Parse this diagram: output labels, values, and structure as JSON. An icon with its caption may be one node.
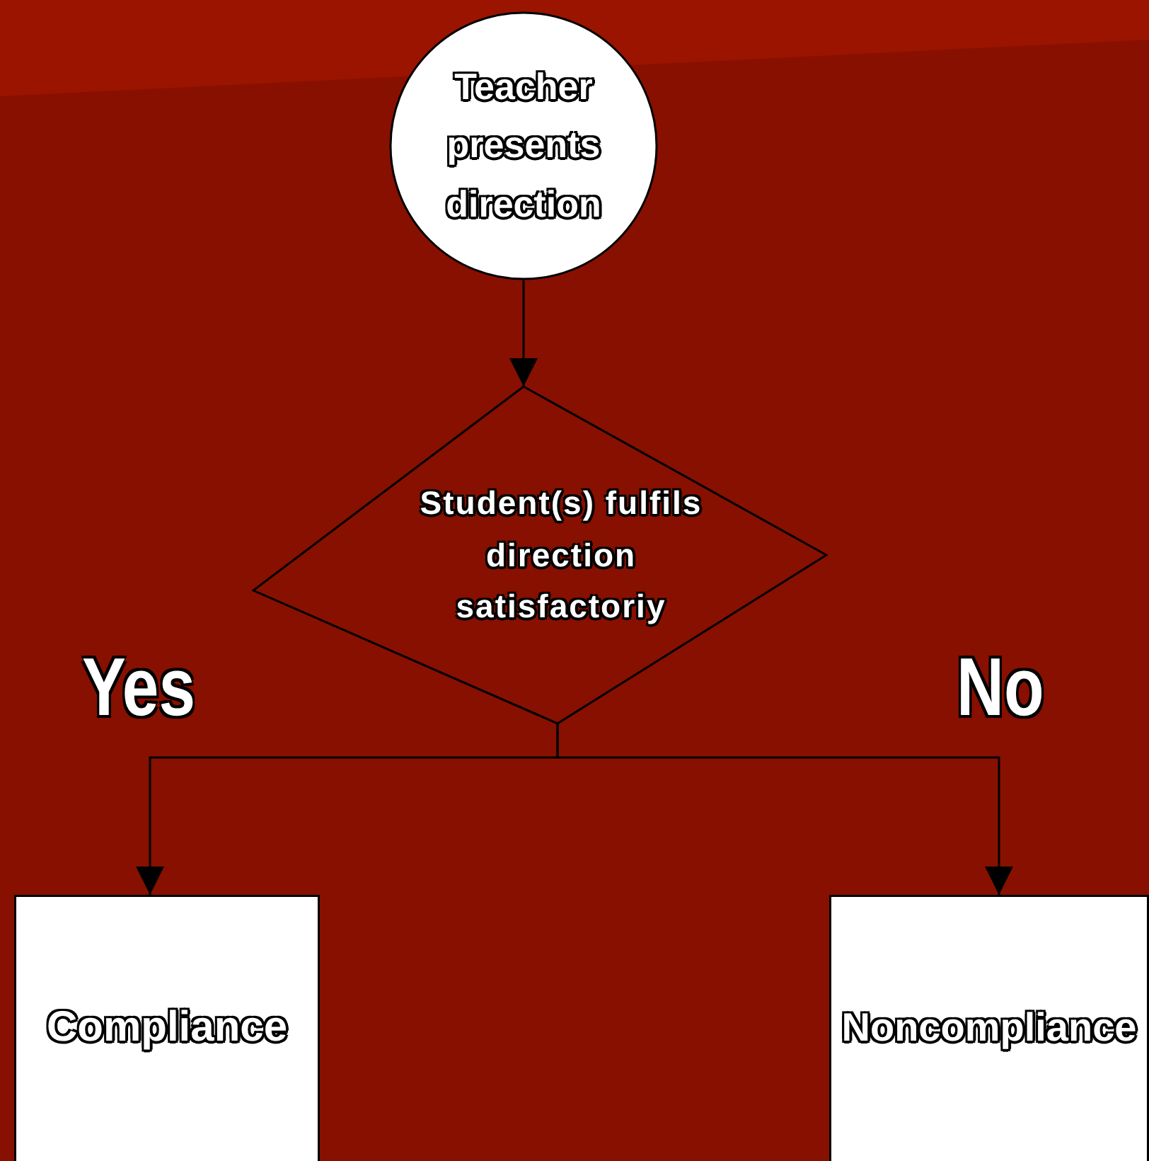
{
  "diagram": {
    "nodes": [
      {
        "text": [
          "Teacher presents direction"
        ]
      },
      {
        "text": [
          "Student(s) fulfils direction satisfactoriy"
        ]
      },
      {
        "text": [
          "Compliance"
        ]
      },
      {
        "text": [
          "Noncompliance"
        ]
      }
    ],
    "edges": [
      {
        "from": 0,
        "to": 1,
        "arrow": "to"
      },
      {
        "from": 1,
        "to": 2,
        "arrow": "to",
        "label": "Yes"
      },
      {
        "from": 1,
        "to": 3,
        "arrow": "to",
        "label": "No"
      }
    ]
  }
}
